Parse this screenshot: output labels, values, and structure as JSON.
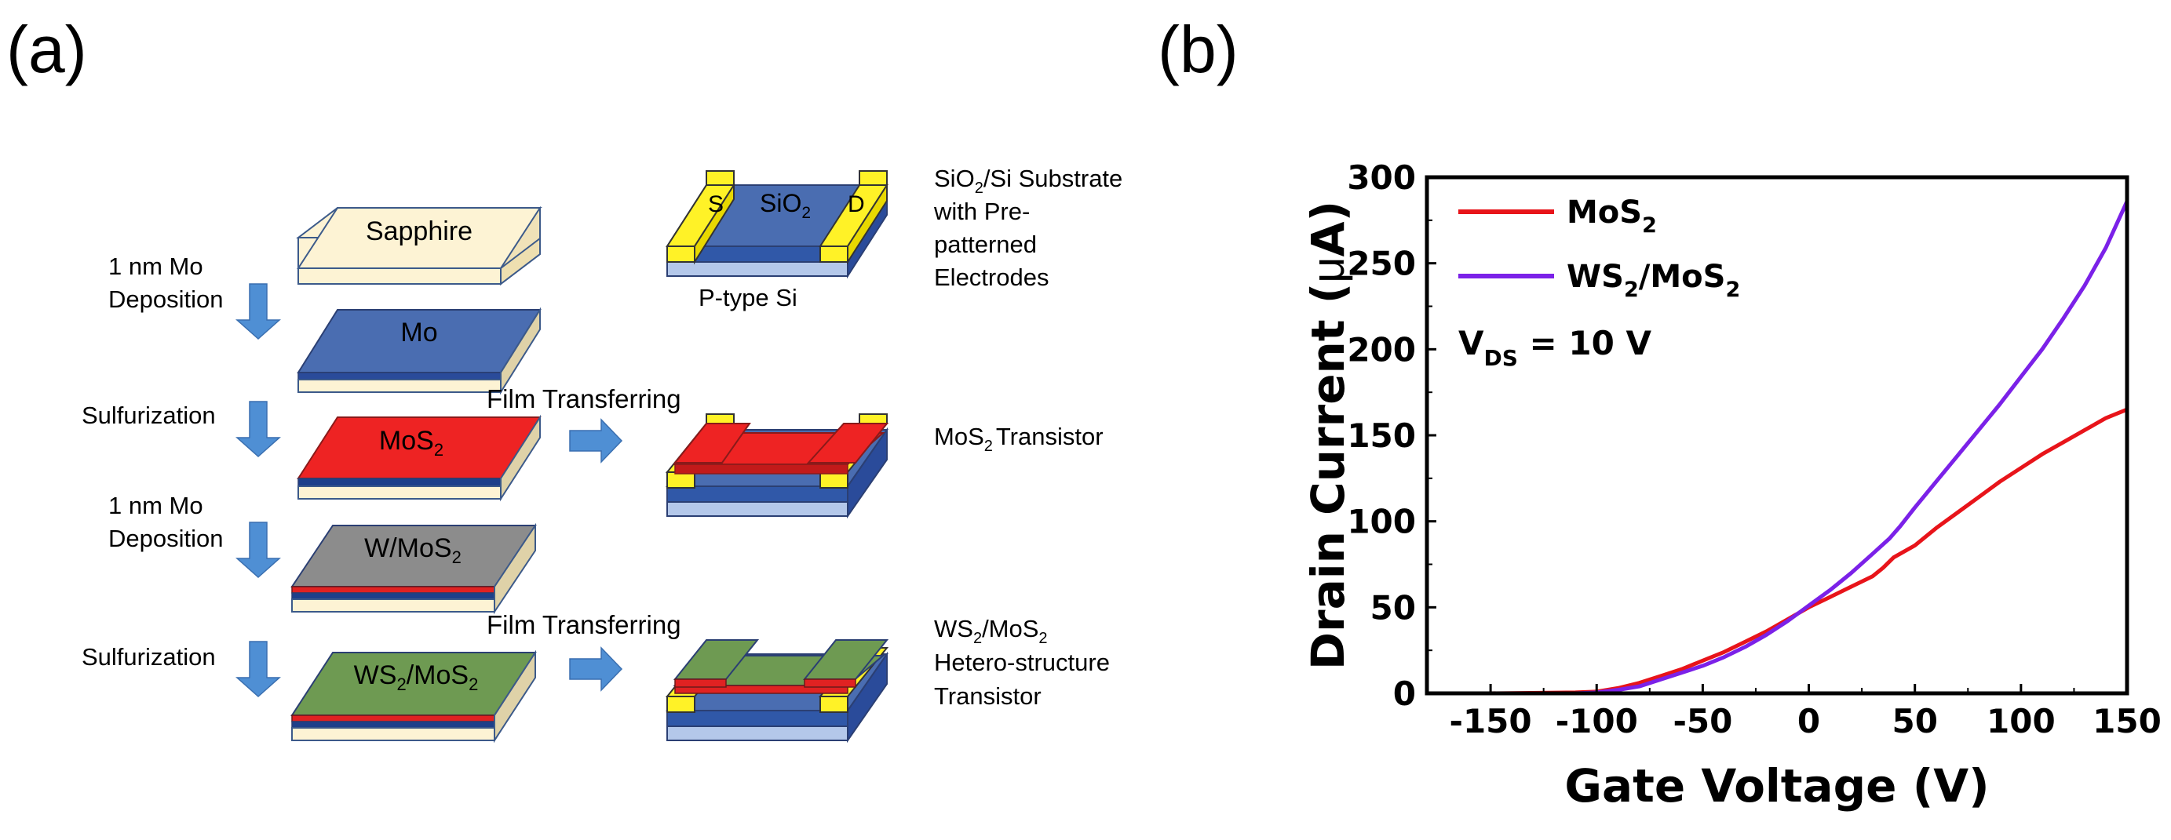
{
  "panel_a": {
    "label": "(a)",
    "layers": {
      "sapphire": "Sapphire",
      "mo": "Mo",
      "mos2": "MoS",
      "mos2_sub": "2",
      "wmos2_base": "W/MoS",
      "wmos2_sub": "2",
      "ws2mos2_ws": "WS",
      "ws2mos2_ws_sub": "2",
      "ws2mos2_mo": "/MoS",
      "ws2mos2_mo_sub": "2"
    },
    "steps": {
      "step1_line1": "1 nm Mo",
      "step1_line2": "Deposition",
      "step2": "Sulfurization",
      "step3_line1": "1 nm Mo",
      "step3_line2": "Deposition",
      "step4": "Sulfurization"
    },
    "transfer1": "Film Transferring",
    "transfer2": "Film Transferring",
    "substrate": {
      "source": "S",
      "sio2": "SiO",
      "sio2_sub": "2",
      "drain": "D",
      "ptype": "P-type Si",
      "desc_l1a": "SiO",
      "desc_l1_sub": "2",
      "desc_l1b": "/Si Substrate",
      "desc_l2": "with Pre-",
      "desc_l3": "patterned",
      "desc_l4": "Electrodes"
    },
    "mos2_transistor": {
      "a": "MoS",
      "sub": "2",
      "b": "Transistor"
    },
    "hetero": {
      "l1_ws": "WS",
      "l1_ws_sub": "2",
      "l1_mo": "/MoS",
      "l1_mo_sub": "2",
      "l2": "Hetero-structure",
      "l3": "Transistor"
    }
  },
  "panel_b": {
    "label": "(b)",
    "vds_main": "V",
    "vds_sub": "DS",
    "vds_rest": " = 10 V",
    "ylabel_a": "Drain Current (",
    "ylabel_mu": "μ",
    "ylabel_b": "A)"
  },
  "chart_data": {
    "type": "line",
    "xlabel": "Gate Voltage (V)",
    "ylabel": "Drain Current (μA)",
    "xlim": [
      -180,
      150
    ],
    "ylim": [
      0,
      300
    ],
    "xticks": [
      -150,
      -100,
      -50,
      0,
      50,
      100,
      150
    ],
    "yticks": [
      0,
      50,
      100,
      150,
      200,
      250,
      300
    ],
    "legend_position": "top-left",
    "series": [
      {
        "name": "MoS",
        "name_sub": "2",
        "color": "#e8141a",
        "x": [
          -180,
          -150,
          -110,
          -100,
          -90,
          -80,
          -70,
          -60,
          -50,
          -40,
          -30,
          -20,
          -10,
          0,
          10,
          20,
          30,
          35,
          40,
          50,
          60,
          70,
          80,
          90,
          100,
          110,
          120,
          130,
          140,
          150
        ],
        "y": [
          0,
          0,
          0.5,
          1,
          3,
          6,
          10,
          14,
          19,
          24,
          30,
          36,
          43,
          50,
          56,
          62,
          68,
          73,
          79,
          86,
          96,
          105,
          114,
          123,
          131,
          139,
          146,
          153,
          160,
          165
        ]
      },
      {
        "name": "WS",
        "name_sub": "2",
        "name_mid": "/MoS",
        "name_sub2": "2",
        "color": "#7b21e8",
        "x": [
          -180,
          -150,
          -110,
          -100,
          -90,
          -80,
          -70,
          -60,
          -50,
          -40,
          -30,
          -20,
          -10,
          0,
          10,
          20,
          30,
          38,
          43,
          50,
          60,
          70,
          80,
          90,
          100,
          110,
          120,
          130,
          140,
          150
        ],
        "y": [
          0,
          0,
          0,
          0.5,
          2,
          4,
          8,
          12,
          16,
          21,
          27,
          34,
          42,
          51,
          60,
          70,
          81,
          90,
          97,
          108,
          123,
          138,
          153,
          168,
          184,
          200,
          218,
          237,
          259,
          286
        ]
      }
    ]
  }
}
